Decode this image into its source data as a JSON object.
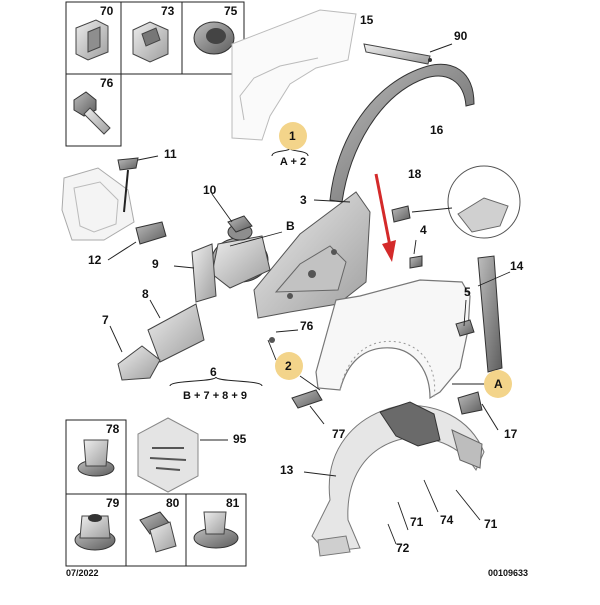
{
  "header_cells": [
    {
      "id": "70"
    },
    {
      "id": "73"
    },
    {
      "id": "75"
    },
    {
      "id": "76"
    }
  ],
  "footer_cells": [
    {
      "id": "78"
    },
    {
      "id": "79"
    },
    {
      "id": "80"
    },
    {
      "id": "81"
    }
  ],
  "callouts": {
    "c95": "95",
    "c1": "1",
    "c2": "2",
    "cA": "A",
    "p3": "3",
    "p4": "4",
    "p5": "5",
    "p6": "6",
    "p7": "7",
    "p8": "8",
    "p9": "9",
    "p10": "10",
    "p11": "11",
    "p12": "12",
    "p13": "13",
    "p14": "14",
    "p15": "15",
    "p16": "16",
    "p17": "17",
    "p18": "18",
    "p71a": "71",
    "p71b": "71",
    "p72": "72",
    "p74": "74",
    "p76": "76",
    "p77": "77",
    "p90": "90",
    "pB": "B"
  },
  "formulas": {
    "group1": "A + 2",
    "group6": "B + 7 + 8 + 9"
  },
  "footer": {
    "date": "07/2022",
    "ref": "00109633"
  },
  "colors": {
    "highlight": "#f3d48a",
    "arrow": "#d42a2a",
    "part_fill": "#d6d6d6",
    "part_stroke": "#555555"
  }
}
